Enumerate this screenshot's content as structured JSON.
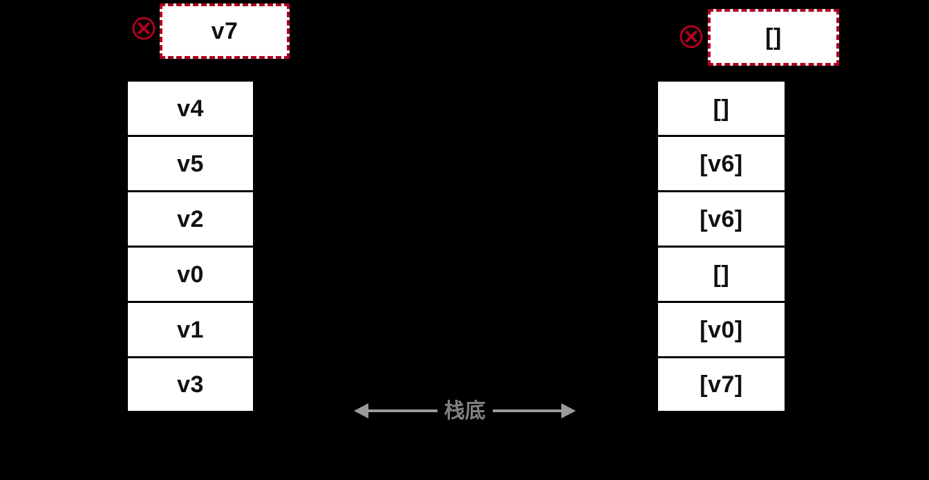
{
  "diagram": {
    "background_color": "#000000",
    "accent_color": "#b00020",
    "label_color": "#808080",
    "cell_fill": "#ffffff",
    "cell_text_color": "#111111",
    "popped": {
      "left": {
        "icon": "circle-x-icon",
        "value": "v7"
      },
      "right": {
        "icon": "circle-x-icon",
        "value": "[]"
      }
    },
    "stacks": [
      {
        "name": "left-stack",
        "cells": [
          "v4",
          "v5",
          "v2",
          "v0",
          "v1",
          "v3"
        ]
      },
      {
        "name": "right-stack",
        "cells": [
          "[]",
          "[v6]",
          "[v6]",
          "[]",
          "[v0]",
          "[v7]"
        ]
      }
    ],
    "bottom_annotation": {
      "label": "栈底",
      "arrow_style": "double-headed"
    }
  }
}
